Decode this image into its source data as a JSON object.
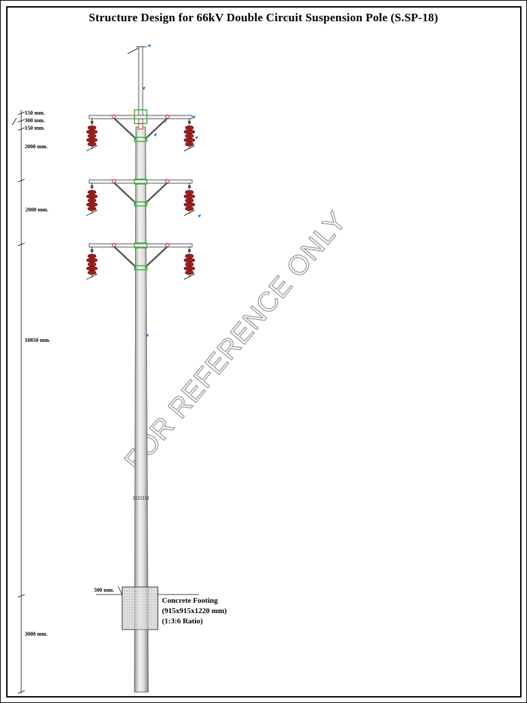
{
  "title": "Structure Design for 66kV Double Circuit Suspension Pole (S.SP-18)",
  "dimensions": {
    "d150a": "150 mm.",
    "d300": "300 mm.",
    "d150b": "150 mm.",
    "d2000a": "2000 mm.",
    "d2000b": "2000 mm.",
    "d10850": "10850 mm.",
    "d500": "500 mm.",
    "d3000": "3000 mm."
  },
  "footing": {
    "line1": "Concrete Footing",
    "line2": "(915x915x1220 mm)",
    "line3": "(1:3:6 Ratio)"
  },
  "watermark": "FOR REFERENCE ONLY",
  "colors": {
    "insulator": "#a01c1c",
    "bolt_green": "#2ebd2e",
    "bolt_red": "#d82020",
    "marker_blue": "#1a7fd6",
    "pole_fill": "#d9d9d9"
  }
}
